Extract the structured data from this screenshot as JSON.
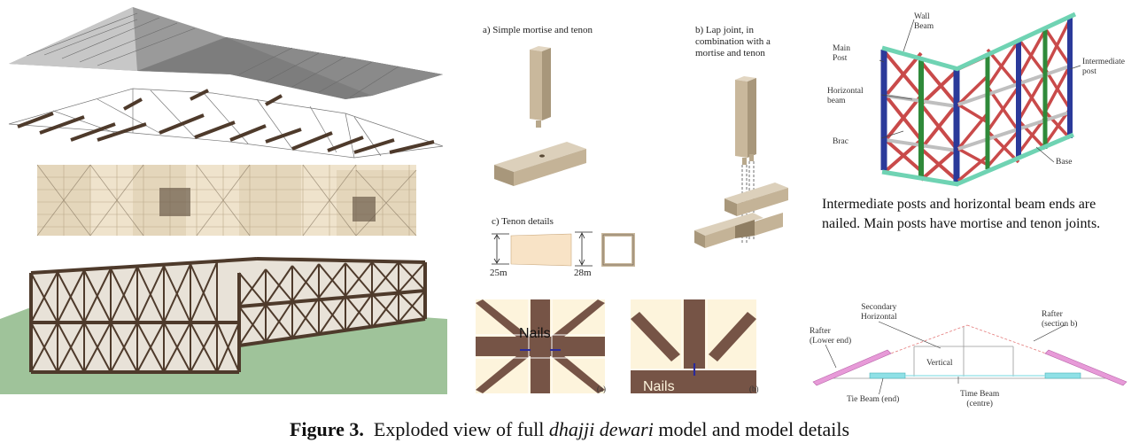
{
  "panels": {
    "simple_joint": {
      "label": "a) Simple mortise and tenon"
    },
    "lap_joint": {
      "label_lines": [
        "b) Lap joint, in",
        "combination with a",
        "mortise and tenon"
      ]
    },
    "tenon_details": {
      "label": "c) Tenon details",
      "dim_left": "25m",
      "dim_right": "28m"
    },
    "frame_3d": {
      "labels": {
        "wall_beam": "Wall\nBeam",
        "main_post": "Main\nPost",
        "intermediate_post": "Intermediate\npost",
        "horizontal_beam": "Horizontal\nbeam",
        "brac": "Brac",
        "base": "Base"
      },
      "note": "Intermediate posts and horizontal beam ends are nailed. Main posts have mortise and tenon joints."
    },
    "nails_a": {
      "label": "Nails",
      "tag": "(a)"
    },
    "nails_b": {
      "label": "Nails",
      "tag": "(b)"
    },
    "truss": {
      "labels": {
        "secondary_horizontal": "Secondary\nHorizontal",
        "rafter_section_b": "Rafter\n(section b)",
        "rafter_lower_end": "Rafter\n(Lower end)",
        "vertical": "Vertical",
        "tie_beam_end": "Tie Beam (end)",
        "time_beam_centre": "Time Beam\n(centre)"
      }
    }
  },
  "caption": {
    "prefix": "Figure 3.",
    "text_before": "Exploded view of full ",
    "italic": "dhajji dewari",
    "text_after": " model and model details"
  },
  "colors": {
    "timber_dark": "#4e3a2b",
    "roof_grey": "#8e8e8e",
    "infill_cream": "#f2e9d6",
    "frame_red": "#c94a4a",
    "frame_blue": "#2b3a9a",
    "frame_green": "#2f8a3a",
    "frame_teal": "#6fd3b3",
    "ground_green": "#9fc39a",
    "joint_tan": "#c8b89d",
    "rafter_pink": "#e79ad8",
    "tie_cyan": "#8fe0e6"
  }
}
